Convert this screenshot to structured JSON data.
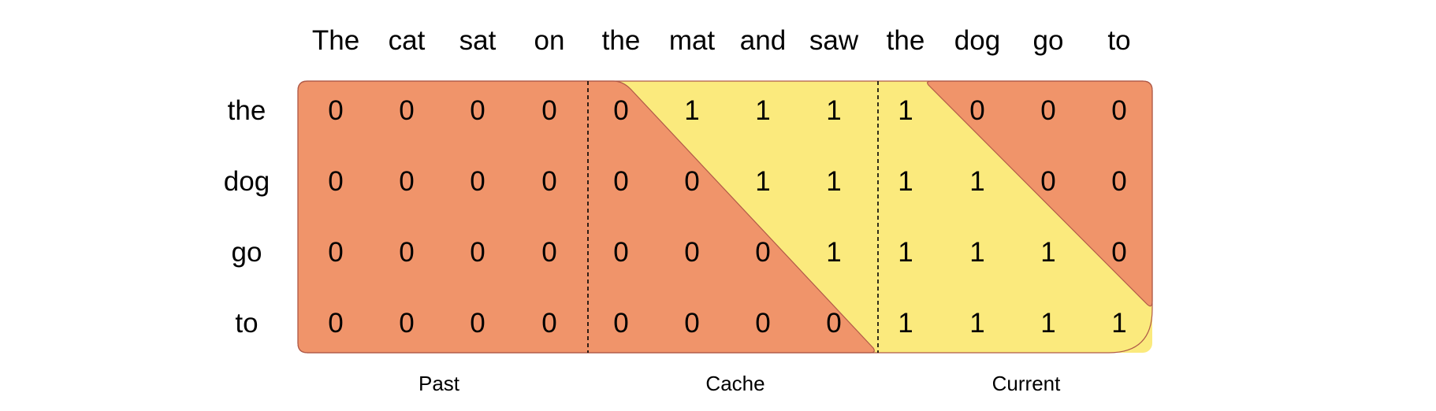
{
  "columns": [
    "The",
    "cat",
    "sat",
    "on",
    "the",
    "mat",
    "and",
    "saw",
    "the",
    "dog",
    "go",
    "to"
  ],
  "rows": [
    "the",
    "dog",
    "go",
    "to"
  ],
  "matrix": [
    [
      "0",
      "0",
      "0",
      "0",
      "0",
      "1",
      "1",
      "1",
      "1",
      "0",
      "0",
      "0"
    ],
    [
      "0",
      "0",
      "0",
      "0",
      "0",
      "0",
      "1",
      "1",
      "1",
      "1",
      "0",
      "0"
    ],
    [
      "0",
      "0",
      "0",
      "0",
      "0",
      "0",
      "0",
      "1",
      "1",
      "1",
      "1",
      "0"
    ],
    [
      "0",
      "0",
      "0",
      "0",
      "0",
      "0",
      "0",
      "0",
      "1",
      "1",
      "1",
      "1"
    ]
  ],
  "sections": {
    "past": "Past",
    "cache": "Cache",
    "current": "Current"
  },
  "colors": {
    "masked": "#f0946a",
    "visible": "#fbea7d",
    "outline": "#b05a48",
    "divider": "#000000"
  }
}
